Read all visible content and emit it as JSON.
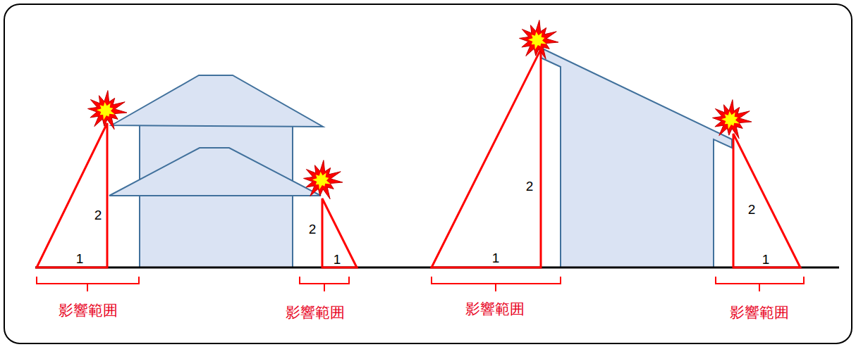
{
  "diagram": {
    "labels": [
      "2",
      "1",
      "2",
      "1",
      "2",
      "1",
      "2",
      "1",
      "影響範囲",
      "影響範囲",
      "影響範囲",
      "影響範囲"
    ]
  }
}
